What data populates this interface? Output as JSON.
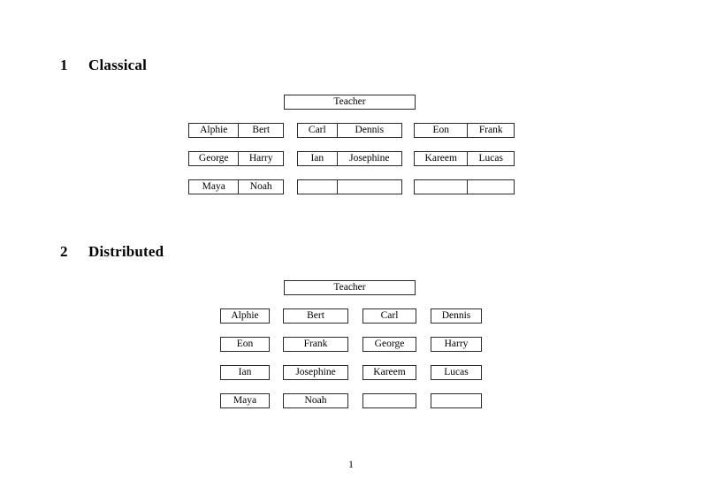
{
  "document": {
    "page_number": "1",
    "sections": [
      {
        "number": "1",
        "title": "Classical",
        "teacher_label": "Teacher",
        "layout": "three paired groups of two cells each",
        "groups": [
          {
            "position": "left",
            "rows": [
              {
                "left": "Alphie",
                "right": "Bert"
              },
              {
                "left": "George",
                "right": "Harry"
              },
              {
                "left": "Maya",
                "right": "Noah"
              }
            ]
          },
          {
            "position": "middle",
            "rows": [
              {
                "left": "Carl",
                "right": "Dennis"
              },
              {
                "left": "Ian",
                "right": "Josephine"
              },
              {
                "left": "",
                "right": ""
              }
            ]
          },
          {
            "position": "right",
            "rows": [
              {
                "left": "Eon",
                "right": "Frank"
              },
              {
                "left": "Kareem",
                "right": "Lucas"
              },
              {
                "left": "",
                "right": ""
              }
            ]
          }
        ]
      },
      {
        "number": "2",
        "title": "Distributed",
        "teacher_label": "Teacher",
        "layout": "four column grid of individual boxes",
        "grid": [
          [
            "Alphie",
            "Bert",
            "Carl",
            "Dennis"
          ],
          [
            "Eon",
            "Frank",
            "George",
            "Harry"
          ],
          [
            "Ian",
            "Josephine",
            "Kareem",
            "Lucas"
          ],
          [
            "Maya",
            "Noah",
            "",
            ""
          ]
        ]
      }
    ]
  }
}
